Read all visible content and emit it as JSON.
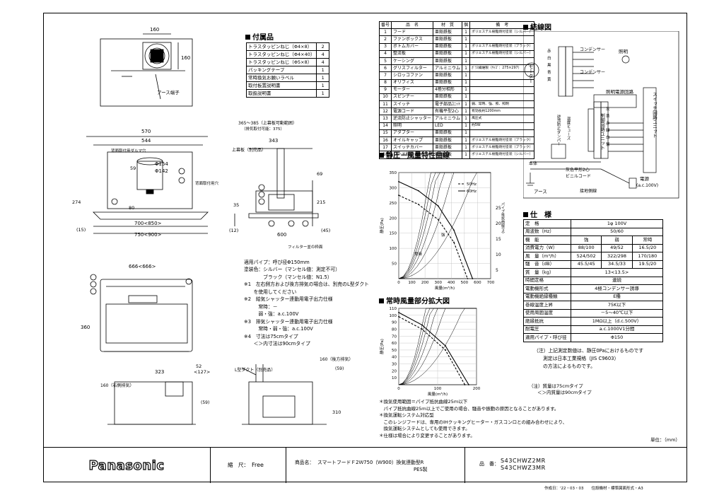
{
  "accessories": {
    "title": "付属品",
    "rows": [
      {
        "name": "トラスタッピンねじ（Φ4×8）",
        "qty": "2"
      },
      {
        "name": "トラスタッピンねじ（Φ4×40）",
        "qty": "4"
      },
      {
        "name": "トラスタッピンねじ（Φ5×8）",
        "qty": "4"
      },
      {
        "name": "パッキングテープ",
        "qty": "1"
      },
      {
        "name": "常時換気お願いラベル",
        "qty": "1"
      },
      {
        "name": "取付板置説明書",
        "qty": "1"
      },
      {
        "name": "取扱説明書",
        "qty": "1"
      }
    ]
  },
  "parts": {
    "headers": [
      "番号",
      "品　名",
      "材　質",
      "個",
      "備　考"
    ],
    "rows": [
      [
        "1",
        "フード",
        "亜鉛鉄板",
        "1",
        "ポリエステル樹脂焼付塗装（シルバー）"
      ],
      [
        "2",
        "ファンボックス",
        "亜鉛鉄板",
        "1",
        ""
      ],
      [
        "3",
        "ボトムカバー",
        "亜鉛鉄板",
        "1",
        "ポリエステル樹脂焼付塗装（ブラック）"
      ],
      [
        "4",
        "整流板",
        "亜鉛鉄板",
        "1",
        "ポリエステル樹脂焼付塗装（シルバー）"
      ],
      [
        "5",
        "ケーシング",
        "亜鉛鉄板",
        "1",
        ""
      ],
      [
        "6",
        "グリスフィルター",
        "アルミニウム",
        "1",
        "ｶﾞﾗｽ繊維製（ｻｲｽﾞ：275×297）"
      ],
      [
        "7",
        "シロッコファン",
        "亜鉛鉄板",
        "1",
        ""
      ],
      [
        "8",
        "オリフィス",
        "亜鉛鉄板",
        "1",
        ""
      ],
      [
        "9",
        "モーター",
        "4極分相形",
        "1",
        ""
      ],
      [
        "10",
        "スピンナー",
        "亜鉛鉄板",
        "1",
        ""
      ],
      [
        "11",
        "スイッチ",
        "電子部品ﾕﾆｯﾄ",
        "1",
        "弱、常時、強、照、照明"
      ],
      [
        "12",
        "電源コード",
        "有機平型2心",
        "1",
        "有効長約1200mm"
      ],
      [
        "13",
        "逆流防止シャッター",
        "アルミニウム",
        "1",
        "風圧式"
      ],
      [
        "14",
        "照明",
        "LED",
        "1",
        "約5W"
      ],
      [
        "15",
        "アダプター",
        "亜鉛鉄板",
        "1",
        ""
      ],
      [
        "16",
        "オイルキャップ",
        "亜鉛鉄板",
        "1",
        "ポリエステル樹脂焼付塗装（ブラック）"
      ],
      [
        "17",
        "スイッチカバー",
        "亜鉛鉄板",
        "1",
        "ポリエステル樹脂焼付塗装（ブラック）"
      ],
      [
        "18",
        "リード線カバー",
        "亜鉛鉄板",
        "1",
        "ポリエステル樹脂焼付塗装（シルバー）"
      ]
    ]
  },
  "wiring": {
    "title": "結線図",
    "labels": [
      "モーター",
      "コンデンサー",
      "コンデンサー",
      "照明",
      "照明電源回路",
      "制御回路ユニット",
      "スイッチ回路ユニット",
      "逆流防止ダンパー",
      "温度ヒューズ",
      "電源",
      "(a.c.100V)",
      "アース",
      "接地側線",
      "灰色平形2心",
      "ビニルコード",
      "本体"
    ],
    "colors": [
      "赤",
      "白",
      "黒",
      "青",
      "黄",
      "灰",
      "茶",
      "緑",
      "紫"
    ]
  },
  "pq_chart": {
    "title": "静圧－風量特性曲線",
    "ylabel": "静圧(Pa)",
    "xlabel": "風量(m³/h)",
    "y2label": "パイプ抵抗曲線(m)",
    "legend": [
      "50Hz",
      "60Hz"
    ],
    "strong_label": "強",
    "normal_label": "常時"
  },
  "chart_data": [
    {
      "type": "line",
      "title": "静圧－風量特性曲線",
      "xlabel": "風量(m³/h)",
      "ylabel": "静圧(Pa)",
      "xlim": [
        0,
        700
      ],
      "ylim": [
        0,
        350
      ],
      "x_ticks": [
        0,
        100,
        200,
        300,
        400,
        500,
        600,
        700
      ],
      "y_ticks": [
        50,
        100,
        150,
        200,
        250,
        300,
        350
      ],
      "right_ticks": [
        "25",
        "20",
        "15",
        "10",
        "5"
      ],
      "series": [
        {
          "name": "50Hz",
          "x": [
            0,
            150,
            300,
            420,
            524
          ],
          "y": [
            275,
            245,
            195,
            120,
            0
          ]
        },
        {
          "name": "60Hz",
          "x": [
            0,
            150,
            300,
            420,
            562
          ],
          "y": [
            320,
            290,
            240,
            160,
            0
          ]
        }
      ]
    },
    {
      "type": "line",
      "title": "常時風量部分拡大図",
      "xlabel": "風量(m³/h)",
      "ylabel": "静圧(Pa)",
      "xlim": [
        0,
        200
      ],
      "ylim": [
        0,
        110
      ],
      "x_ticks": [
        0,
        100,
        200
      ],
      "y_ticks": [
        10,
        20,
        30,
        40,
        50,
        60,
        70,
        80,
        90,
        100,
        110
      ],
      "series": [
        {
          "name": "50Hz",
          "x": [
            0,
            60,
            120,
            170
          ],
          "y": [
            98,
            80,
            50,
            0
          ]
        },
        {
          "name": "60Hz",
          "x": [
            0,
            60,
            120,
            180
          ],
          "y": [
            104,
            86,
            56,
            0
          ]
        }
      ]
    }
  ],
  "zoom_chart": {
    "title": "常時風量部分拡大図",
    "ylabel": "静圧(Pa)",
    "xlabel": "風量(m³/h)"
  },
  "spec": {
    "title": "仕　様",
    "rows": [
      [
        "定　格",
        "1φ 100V",
        "",
        ""
      ],
      [
        "周波数（Hz）",
        "50/60",
        "",
        ""
      ],
      [
        "機　能",
        "強",
        "弱",
        "常時"
      ],
      [
        "消費電力（W）",
        "88/100",
        "49/52",
        "16.5/20"
      ],
      [
        "風　量（m³/h）",
        "524/502",
        "322/298",
        "170/180"
      ],
      [
        "騒　音（dB）",
        "45.5/45",
        "34.5/33",
        "19.5/20"
      ],
      [
        "質　量（kg）",
        "13<13.5>",
        "",
        ""
      ],
      [
        "時間定格",
        "連続",
        "",
        ""
      ],
      [
        "電動機形式",
        "4極コンデンサー誘導",
        "",
        ""
      ],
      [
        "電動機絶縁種類",
        "E種",
        "",
        ""
      ],
      [
        "巻線温度上昇",
        "75K以下",
        "",
        ""
      ],
      [
        "使用周囲温度",
        "－5～40℃以下",
        "",
        ""
      ],
      [
        "絶縁抵抗",
        "1MΩ以上（d.c.500V）",
        "",
        ""
      ],
      [
        "耐電圧",
        "a.c.1000V1分間",
        "",
        ""
      ],
      [
        "適用パイプ・呼び径",
        "Φ150",
        "",
        ""
      ]
    ],
    "note": "（注）上記測定数値は、静圧0Paにおけるものです",
    "note2": "測定は日本工業規格（JIS C9603）",
    "note3": "の方法によるものです。",
    "mass_note1": "（注）質量は75cmタイプ",
    "mass_note2": "＜＞内質量は90cmタイプ"
  },
  "drawing": {
    "top_view_dims": [
      "160",
      "160"
    ],
    "earth": "アース端子",
    "front_dims": [
      "570",
      "544",
      "Φ154",
      "Φ142",
      "59",
      "80",
      "274",
      "(15)",
      "700<850>",
      "750<900>"
    ],
    "side_dims": [
      "365～385（上幕板可動範囲）",
      "（排気取付可能：375）",
      "343",
      "69",
      "215",
      "35",
      "(12)",
      "600",
      "(45)"
    ],
    "labels": [
      "背面取付用ダルマ穴",
      "背面取付用穴",
      "上幕板（別売品）",
      "フィルター並の枠面"
    ],
    "bottom_dims": [
      "666<666>",
      "360"
    ],
    "lower_dims": [
      "323",
      "52",
      "<127>",
      "160（右側排気）",
      "(59)",
      "160（後方排気）",
      "(59)",
      "310"
    ],
    "lduct": "L型ダクト（別売品）",
    "notes": [
      "適用パイプ：呼び径Φ150mm",
      "塗装色：シルバー（マンセル値：測定不可）",
      "　　　　ブラック（マンセル値：N1.5）",
      "※1　左右側方および後方排気の場合は、別売のL型ダクト",
      "　　を使用してください",
      "※2　給気シャッター連動用電子出力仕様",
      "　　　常時：－",
      "　　　弱・強：a.c.100V",
      "※3　排気シャッター連動用電子出力仕様",
      "　　　常時・弱・強：a.c.100V",
      "※4　寸法は75cmタイプ",
      "　　＜＞内寸法は90cmタイプ"
    ]
  },
  "footnotes": [
    "＊換気使用範囲＝パイプ抵抗曲線25ｍ以下",
    "　パイプ抵抗曲線25ｍ以上でご使用の場合、騒音や振動の原因となることがあります。",
    "＊換気運転システム対応型",
    "　このレンジフードは、専用のIHクッキングヒーター・ガスコンロとの組み合わせにより、",
    "　換気運転システムとしても使用できます。",
    "＊仕様は場合により変更することがあります。"
  ],
  "unit": "単位：（mm）",
  "title_block": {
    "brand": "Panasonic",
    "scale_label": "縮　尺：",
    "scale_value": "Free",
    "product_label": "商品名：",
    "product": "スマートフードＦ2Ｗ750（Ｗ900）換気連動型R",
    "product2": "PES製",
    "model_label": "品　番：",
    "model1": "S43CHWZ2MR",
    "model2": "S43CHWZ3MR"
  },
  "footer": "作成日：'22・03・03　　住設機材・標準図面形式・A3"
}
